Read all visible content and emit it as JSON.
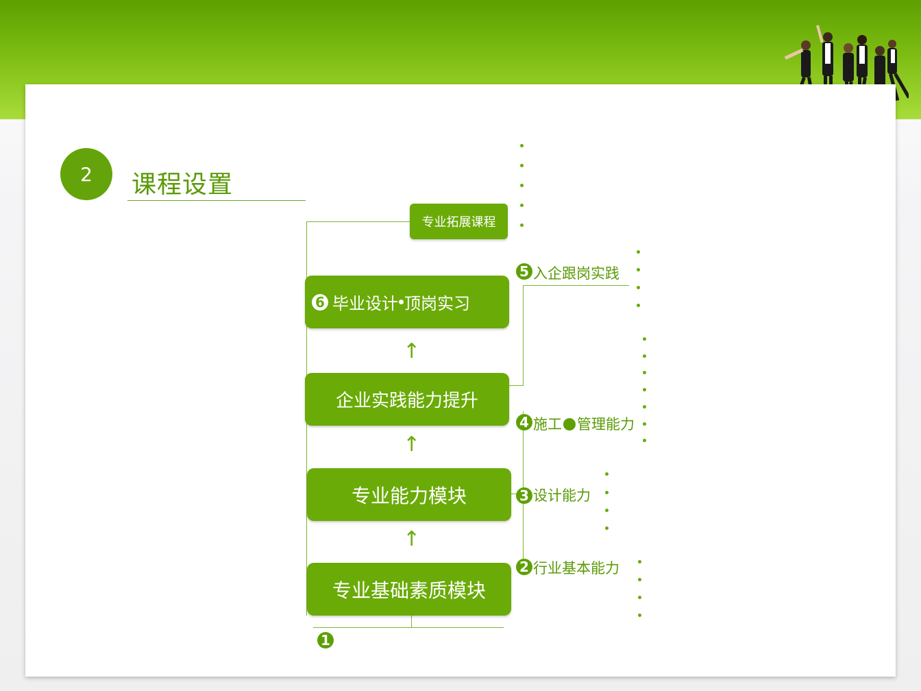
{
  "section": {
    "number": "2",
    "title": "课程设置"
  },
  "boxes": {
    "extension": "专业拓展课程",
    "graduation": "毕业设计",
    "graduation_b": "顶岗实习",
    "enterprise": "企业实践能力提升",
    "professional": "专业能力模块",
    "foundation": "专业基础素质模块"
  },
  "markers": {
    "m1": "1",
    "m2": "2",
    "m3": "3",
    "m4": "4",
    "m5": "5",
    "m6": "6"
  },
  "labels": {
    "practice": "入企跟岗实践",
    "construction_a": "施工",
    "construction_b": "管理能力",
    "design": "设计能力",
    "industry": "行业基本能力"
  },
  "colors": {
    "accent": "#6aab08",
    "band": "#7cbc12"
  }
}
